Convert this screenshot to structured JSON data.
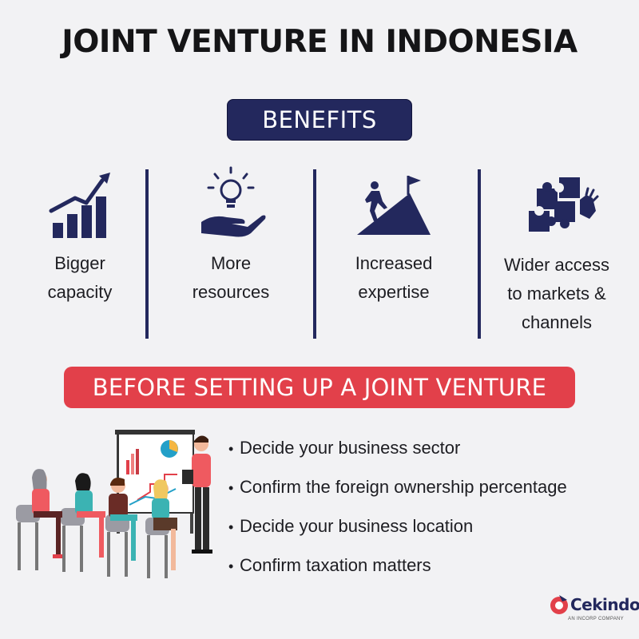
{
  "title": "JOINT VENTURE IN INDONESIA",
  "benefits_heading": "BENEFITS",
  "benefits": [
    {
      "icon": "growth-chart-icon",
      "lines": [
        "Bigger",
        "capacity"
      ]
    },
    {
      "icon": "lightbulb-hand-icon",
      "lines": [
        "More",
        "resources"
      ]
    },
    {
      "icon": "mountain-climber-icon",
      "lines": [
        "Increased",
        "expertise"
      ]
    },
    {
      "icon": "puzzle-pieces-icon",
      "lines": [
        "Wider access",
        "to markets &",
        "channels"
      ]
    }
  ],
  "before_heading": "BEFORE SETTING UP A JOINT VENTURE",
  "checklist": [
    "Decide your business sector",
    "Confirm the foreign ownership percentage",
    "Decide your business location",
    "Confirm taxation matters"
  ],
  "bullet": "•",
  "logo": {
    "word": "Cekindo",
    "tagline": "AN INCORP COMPANY"
  },
  "colors": {
    "navy": "#23285d",
    "red": "#e2404a",
    "background": "#f2f2f4"
  },
  "illustration": "business-presentation-illustration"
}
